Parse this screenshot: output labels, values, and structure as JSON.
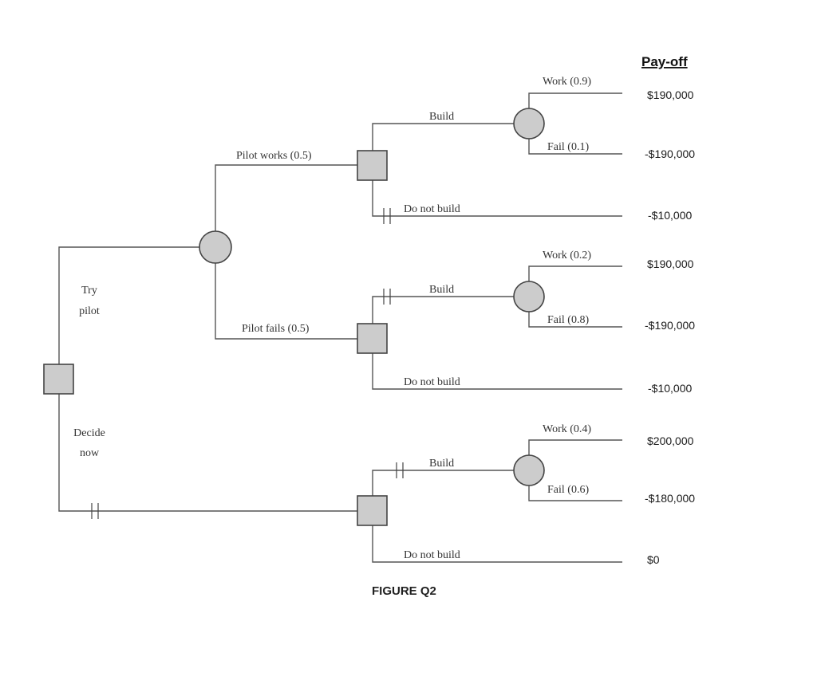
{
  "figure_caption": "FIGURE Q2",
  "payoff_header": "Pay-off",
  "root": {
    "branch_try": "Try",
    "branch_try_2": "pilot",
    "branch_decide": "Decide",
    "branch_decide_2": "now"
  },
  "pilot_chance": {
    "works": "Pilot works (0.5)",
    "fails": "Pilot fails (0.5)"
  },
  "decisions": [
    {
      "build": "Build",
      "not_build": "Do not build",
      "work": "Work (0.9)",
      "fail": "Fail (0.1)"
    },
    {
      "build": "Build",
      "not_build": "Do not build",
      "work": "Work (0.2)",
      "fail": "Fail (0.8)"
    },
    {
      "build": "Build",
      "not_build": "Do not build",
      "work": "Work (0.4)",
      "fail": "Fail (0.6)"
    }
  ],
  "payoffs": [
    "$190,000",
    "-$190,000",
    "-$10,000",
    "$190,000",
    "-$190,000",
    "-$10,000",
    "$200,000",
    "-$180,000",
    "$0"
  ]
}
